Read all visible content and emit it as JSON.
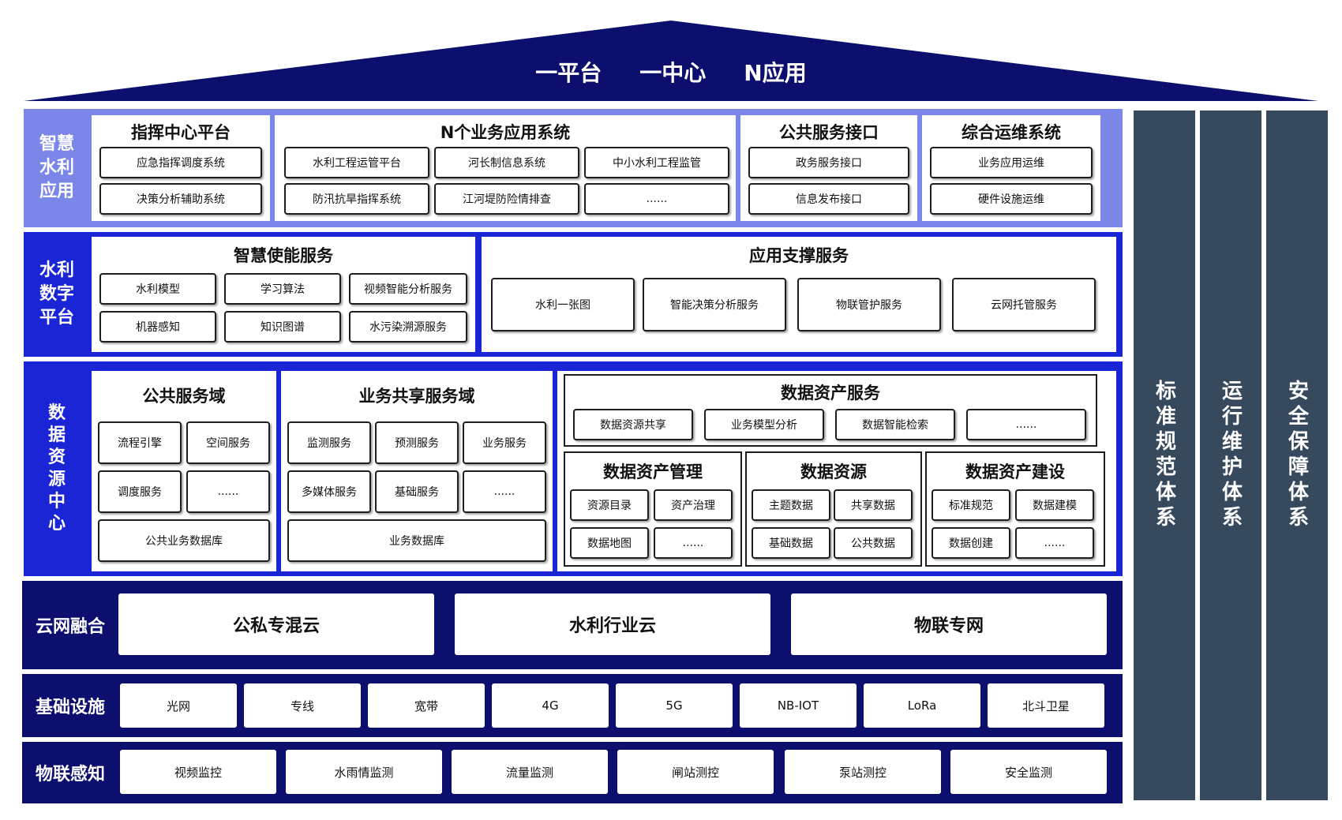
{
  "roof": {
    "titles": [
      "一平台",
      "一中心",
      "N应用"
    ]
  },
  "pillars": [
    "标准规范体系",
    "运行维护体系",
    "安全保障体系"
  ],
  "layers": {
    "smart_app": {
      "label": "智慧水利应用",
      "panels": [
        {
          "title": "指挥中心平台",
          "items": [
            "应急指挥调度系统",
            "决策分析辅助系统"
          ]
        },
        {
          "title": "N个业务应用系统",
          "items": [
            "水利工程运管平台",
            "河长制信息系统",
            "中小水利工程监管",
            "防汛抗旱指挥系统",
            "江河堤防险情排查",
            "......"
          ]
        },
        {
          "title": "公共服务接口",
          "items": [
            "政务服务接口",
            "信息发布接口"
          ]
        },
        {
          "title": "综合运维系统",
          "items": [
            "业务应用运维",
            "硬件设施运维"
          ]
        }
      ]
    },
    "digital_platform": {
      "label": "水利数字平台",
      "panels": [
        {
          "title": "智慧使能服务",
          "items": [
            "水利模型",
            "学习算法",
            "视频智能分析服务",
            "机器感知",
            "知识图谱",
            "水污染溯源服务"
          ]
        },
        {
          "title": "应用支撑服务",
          "items": [
            "水利一张图",
            "智能决策分析服务",
            "物联管护服务",
            "云网托管服务"
          ]
        }
      ]
    },
    "data_center": {
      "label": "数据资源中心",
      "public_domain": {
        "title": "公共服务域",
        "items": [
          "流程引擎",
          "空间服务",
          "调度服务",
          "......",
          "公共业务数据库"
        ]
      },
      "shared_domain": {
        "title": "业务共享服务域",
        "items": [
          "监测服务",
          "预测服务",
          "业务服务",
          "多媒体服务",
          "基础服务",
          "......",
          "业务数据库"
        ]
      },
      "asset_service": {
        "title": "数据资产服务",
        "items": [
          "数据资源共享",
          "业务模型分析",
          "数据智能检索",
          "......"
        ]
      },
      "asset_mgmt": {
        "title": "数据资产管理",
        "items": [
          "资源目录",
          "资产治理",
          "数据地图",
          "......"
        ]
      },
      "data_resource": {
        "title": "数据资源",
        "items": [
          "主题数据",
          "共享数据",
          "基础数据",
          "公共数据"
        ]
      },
      "asset_build": {
        "title": "数据资产建设",
        "items": [
          "标准规范",
          "数据建模",
          "数据创建",
          "......"
        ]
      }
    },
    "cloud": {
      "label": "云网融合",
      "items": [
        "公私专混云",
        "水利行业云",
        "物联专网"
      ]
    },
    "infra": {
      "label": "基础设施",
      "items": [
        "光网",
        "专线",
        "宽带",
        "4G",
        "5G",
        "NB-IOT",
        "LoRa",
        "北斗卫星"
      ]
    },
    "iot": {
      "label": "物联感知",
      "items": [
        "视频监控",
        "水雨情监测",
        "流量监测",
        "闸站测控",
        "泵站测控",
        "安全监测"
      ]
    }
  },
  "colors": {
    "navy": "#0c0f6e",
    "blue": "#1a25d6",
    "light_blue": "#7a86e8",
    "pillar": "#37495d"
  }
}
